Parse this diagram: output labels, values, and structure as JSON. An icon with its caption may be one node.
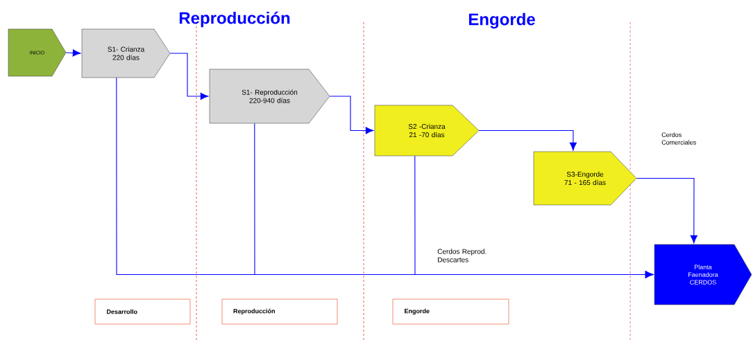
{
  "diagram": {
    "nodes": [
      {
        "text": [
          "INICIO"
        ]
      },
      {
        "text": [
          "S1- Crianza 220 días"
        ]
      },
      {
        "text": [
          "S1- Reproducción 220-940 días"
        ]
      },
      {
        "text": [
          "S2 -Crianza 21 -70 días"
        ]
      },
      {
        "text": [
          "S3-Engorde 71 - 165 días"
        ]
      },
      {
        "text": [
          "Planta Faenadora CERDOS"
        ]
      },
      {
        "text": [
          "Desarrollo"
        ]
      },
      {
        "text": [
          "Reproducción"
        ]
      },
      {
        "text": [
          "Engorde"
        ]
      }
    ],
    "edges": [
      {
        "from": 0,
        "to": 1,
        "arrow": "to"
      },
      {
        "from": 1,
        "to": 2,
        "arrow": "to"
      },
      {
        "from": 2,
        "to": 3,
        "arrow": "to"
      },
      {
        "from": 3,
        "to": 4,
        "arrow": "to"
      },
      {
        "from": 4,
        "to": 5,
        "arrow": "to"
      },
      {
        "from": 1,
        "to": 5,
        "arrow": "to"
      },
      {
        "from": 2,
        "to": 5,
        "arrow": "to"
      },
      {
        "from": 3,
        "to": 5,
        "arrow": "to"
      }
    ],
    "labels": [
      "Reproducción",
      "Engorde",
      "Cerdos Comerciales",
      "Cerdos Reprod. Descartes"
    ]
  }
}
